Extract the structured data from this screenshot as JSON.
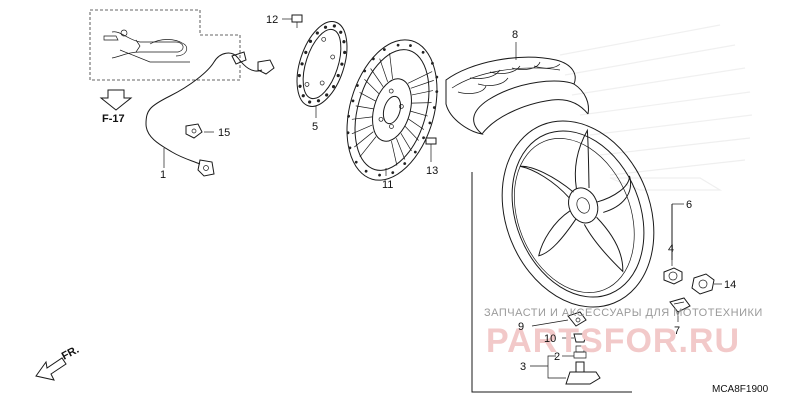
{
  "diagram": {
    "code": "MCA8F1900",
    "ref_label": "F-17",
    "direction_label": "FR.",
    "watermark_top": "ЗАПЧАСТИ И АКСЕССУАРЫ ДЛЯ МОТОТЕХНИКИ",
    "watermark_main": "PARTSFOR.RU",
    "parts": {
      "p1": "1",
      "p2": "2",
      "p3": "3",
      "p4": "4",
      "p5": "5",
      "p6": "6",
      "p7": "7",
      "p8": "8",
      "p9": "9",
      "p10": "10",
      "p11": "11",
      "p12": "12",
      "p13": "13",
      "p14": "14",
      "p15": "15"
    }
  }
}
